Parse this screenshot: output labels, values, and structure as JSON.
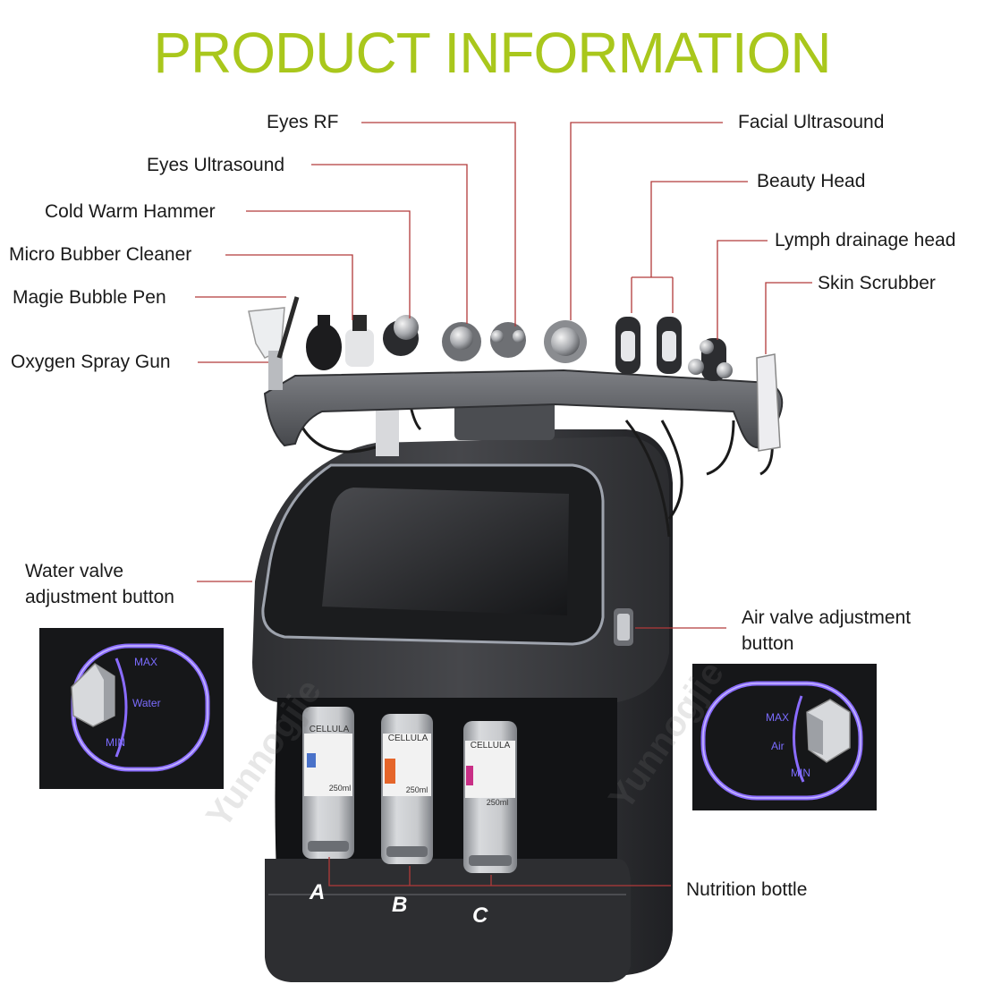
{
  "title": "PRODUCT INFORMATION",
  "watermark": "Yunnogjie",
  "labels": {
    "eyes_rf": "Eyes RF",
    "eyes_ultrasound": "Eyes Ultrasound",
    "cold_warm_hammer": "Cold Warm Hammer",
    "micro_bubber_cleaner": "Micro Bubber Cleaner",
    "magie_bubble_pen": "Magie Bubble Pen",
    "oxygen_spray_gun": "Oxygen Spray Gun",
    "facial_ultrasound": "Facial Ultrasound",
    "beauty_head": "Beauty Head",
    "lymph_drainage_head": "Lymph drainage head",
    "skin_scrubber": "Skin Scrubber",
    "water_valve_line1": "Water valve",
    "water_valve_line2": "adjustment button",
    "air_valve_line1": "Air valve adjustment",
    "air_valve_line2": "button",
    "nutrition_bottle": "Nutrition bottle"
  },
  "bottles": {
    "a": "A",
    "b": "B",
    "c": "C",
    "brand": "CELLULA",
    "volume": "250ml"
  },
  "insets": {
    "water": {
      "max": "MAX",
      "name": "Water",
      "min": "MIN"
    },
    "air": {
      "max": "MAX",
      "name": "Air",
      "min": "MIN"
    }
  },
  "colors": {
    "title": "#a9c71c",
    "leader_line": "#b23a3a",
    "machine_body": "#3a3b3e",
    "glow": "#8a6cff"
  }
}
